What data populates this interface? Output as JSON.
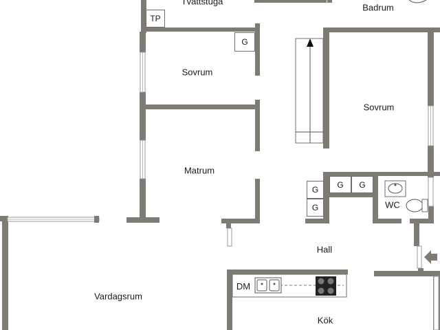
{
  "rooms": {
    "tvattstuga": "Tvättstuga",
    "badrum": "Badrum",
    "sovrum_1": "Sovrum",
    "sovrum_2": "Sovrum",
    "matrum": "Matrum",
    "hall": "Hall",
    "wc": "WC",
    "vardagsrum": "Vardagsrum",
    "kok": "Kök"
  },
  "fixtures": {
    "tp": "TP",
    "g_bedroom": "G",
    "g_hall_top_left": "G",
    "g_hall_top_right": "G",
    "g_hall_left_1": "G",
    "g_hall_left_2": "G",
    "dm": "DM"
  },
  "colors": {
    "wall": "#7d7b74",
    "background": "#ffffff",
    "arrow": "#7d7b74"
  },
  "icons": {
    "entrance": "entrance-arrow-icon",
    "stairs": "stair-arrow-icon"
  }
}
